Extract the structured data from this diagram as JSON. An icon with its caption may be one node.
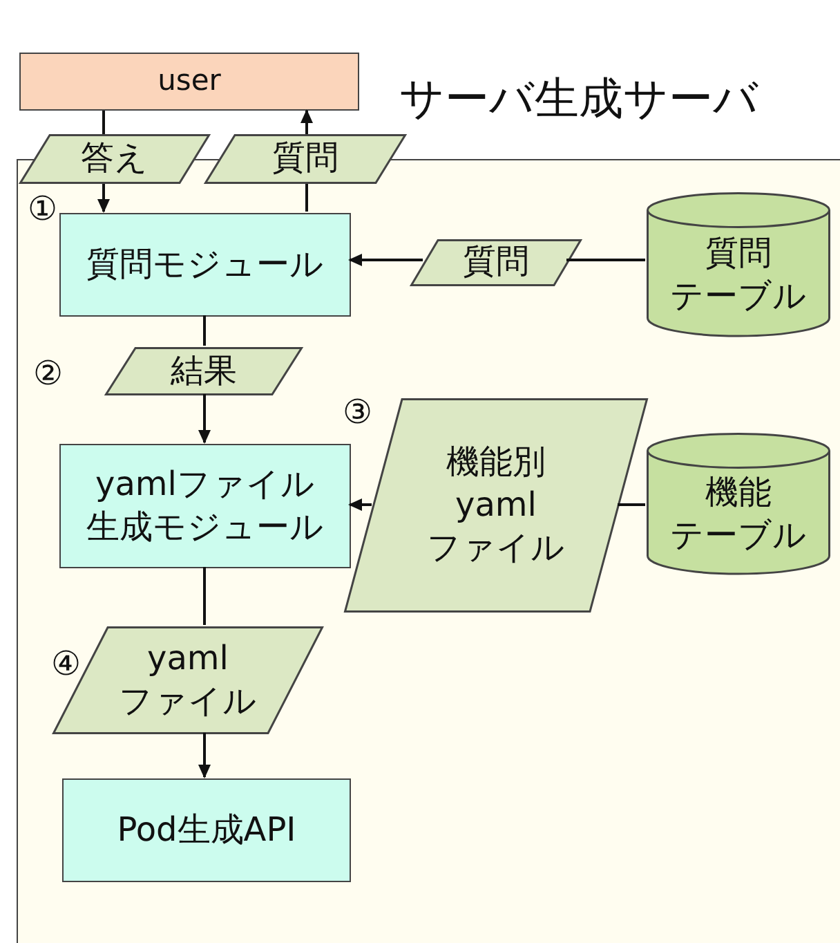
{
  "diagram": {
    "nodes": [
      {
        "text": [
          "user"
        ]
      },
      {
        "text": [
          "サーバ生成サーバ"
        ]
      },
      {
        "text": [
          "答え"
        ]
      },
      {
        "text": [
          "質問"
        ]
      },
      {
        "text": [
          "質問モジュール"
        ],
        "in": 1
      },
      {
        "text": [
          "質問"
        ],
        "in": 1
      },
      {
        "text": [
          "質問テーブル"
        ],
        "in": 1
      },
      {
        "text": [
          "結果"
        ],
        "in": 1
      },
      {
        "text": [
          "yamlファイル生成モジュール"
        ],
        "in": 1
      },
      {
        "text": [
          "機能別yamlファイル"
        ],
        "in": 1
      },
      {
        "text": [
          "機能テーブル"
        ],
        "in": 1
      },
      {
        "text": [
          "yamlファイル"
        ],
        "in": 1
      },
      {
        "text": [
          "Pod生成API"
        ],
        "in": 1
      }
    ],
    "edges": [
      {
        "from": 0,
        "to": 2,
        "arrow": "none"
      },
      {
        "from": 2,
        "to": 4,
        "arrow": "to"
      },
      {
        "from": 4,
        "to": 3,
        "arrow": "none"
      },
      {
        "from": 3,
        "to": 0,
        "arrow": "to"
      },
      {
        "from": 6,
        "to": 5,
        "arrow": "none"
      },
      {
        "from": 5,
        "to": 4,
        "arrow": "to"
      },
      {
        "from": 4,
        "to": 7,
        "arrow": "none"
      },
      {
        "from": 7,
        "to": 8,
        "arrow": "to"
      },
      {
        "from": 10,
        "to": 9,
        "arrow": "none"
      },
      {
        "from": 9,
        "to": 8,
        "arrow": "to"
      },
      {
        "from": 8,
        "to": 11,
        "arrow": "none"
      },
      {
        "from": 11,
        "to": 12,
        "arrow": "to"
      }
    ],
    "labels": [
      "①",
      "②",
      "③",
      "④"
    ]
  }
}
